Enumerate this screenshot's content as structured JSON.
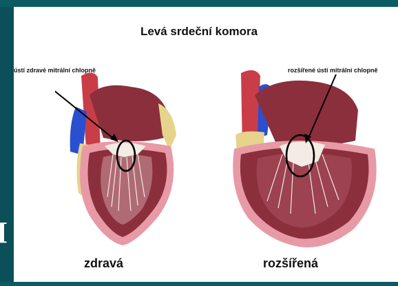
{
  "diagram": {
    "title": "Levá srdeční komora",
    "left_label": "ústí zdravé mitrální chlopně",
    "right_label": "rozšířené ústí mitrální chlopně",
    "left_caption": "zdravá",
    "right_caption": "rozšířená",
    "edge_char": "I"
  },
  "colors": {
    "background": "#0b4f58",
    "panel": "#ffffff",
    "myocardium": "#8c2f3d",
    "endocardium": "#e79aa6",
    "vein_blue": "#2a4fd0",
    "artery_red": "#c93d48",
    "fat_yellow": "#e6d48c"
  }
}
